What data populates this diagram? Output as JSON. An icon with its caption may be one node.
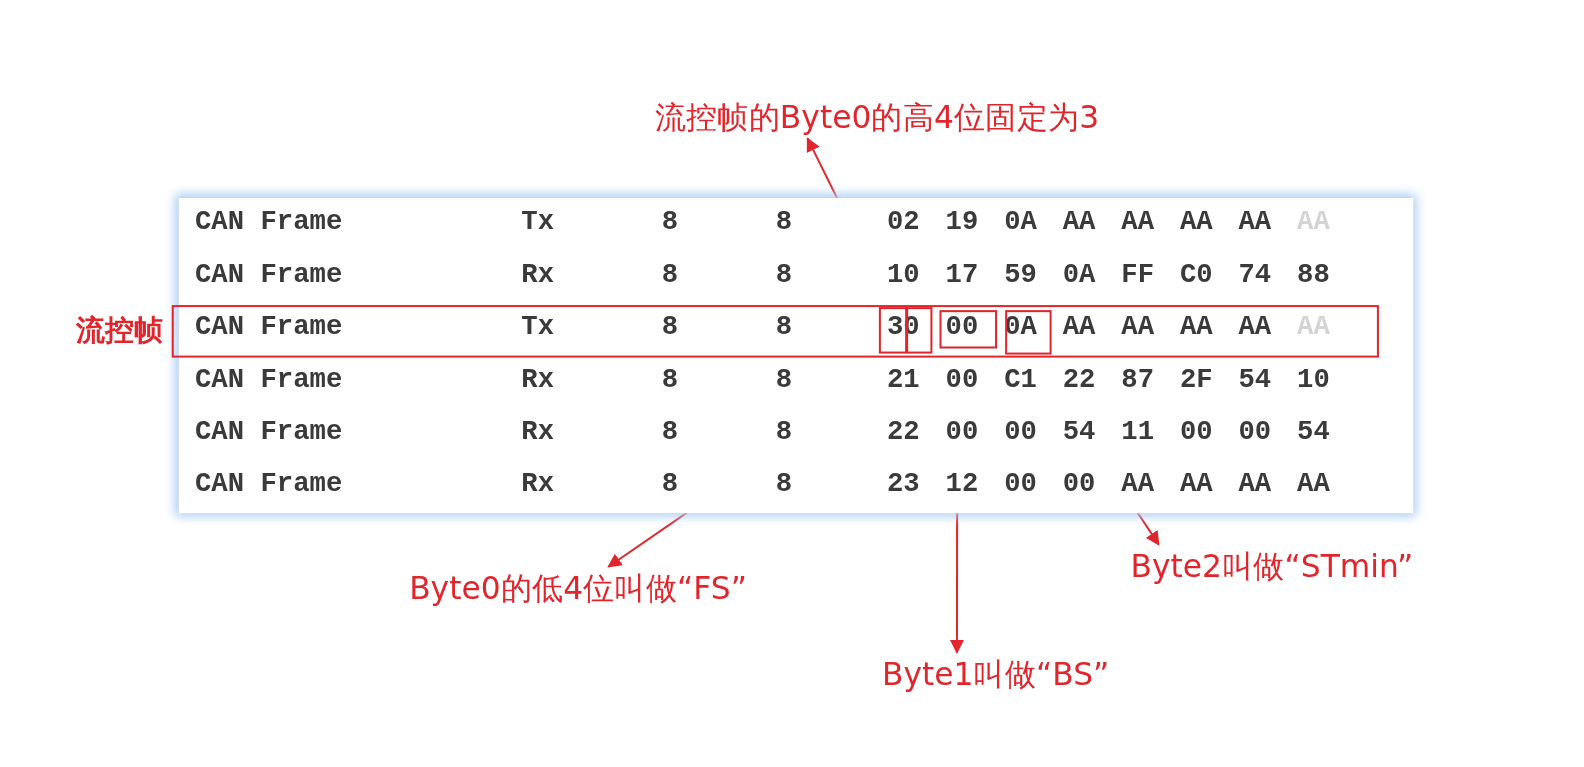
{
  "diagram": {
    "nodes": [
      {
        "text": [],
        "shape": "box",
        "beside": [
          "流控帧"
        ]
      },
      {
        "text": [],
        "shape": "box",
        "in": 0
      },
      {
        "text": [],
        "shape": "box",
        "in": 0
      },
      {
        "text": [],
        "shape": "box",
        "in": 0
      },
      {
        "text": [],
        "shape": "box",
        "in": 0
      },
      {
        "text": [
          "流控帧的Byte0的高4位固定为3"
        ]
      },
      {
        "text": [
          "Byte0的低4位叫做“FS”"
        ]
      },
      {
        "text": [
          "Byte1叫做“BS”"
        ]
      },
      {
        "text": [
          "Byte2叫做“STmin”"
        ]
      }
    ],
    "edges": [
      {
        "from": 1,
        "to": 5,
        "arrow": "to"
      },
      {
        "from": 2,
        "to": 6,
        "arrow": "to"
      },
      {
        "from": 3,
        "to": 7,
        "arrow": "to"
      },
      {
        "from": 4,
        "to": 8,
        "arrow": "to"
      }
    ],
    "labels": [
      "CAN Frame",
      "Tx",
      "8",
      "8",
      "02",
      "19",
      "0A",
      "AA",
      "AA",
      "AA",
      "AA",
      "AA",
      "CAN Frame",
      "Rx",
      "8",
      "8",
      "10",
      "17",
      "59",
      "0A",
      "FF",
      "C0",
      "74",
      "88",
      "CAN Frame",
      "Tx",
      "8",
      "8",
      "30",
      "00",
      "0A",
      "AA",
      "AA",
      "AA",
      "AA",
      "AA",
      "CAN Frame",
      "Rx",
      "8",
      "8",
      "21",
      "00",
      "C1",
      "22",
      "87",
      "2F",
      "54",
      "10",
      "CAN Frame",
      "Rx",
      "8",
      "8",
      "22",
      "00",
      "00",
      "54",
      "11",
      "00",
      "00",
      "54",
      "CAN Frame",
      "Rx",
      "8",
      "8",
      "23",
      "12",
      "00",
      "00",
      "AA",
      "AA",
      "AA",
      "AA"
    ]
  }
}
